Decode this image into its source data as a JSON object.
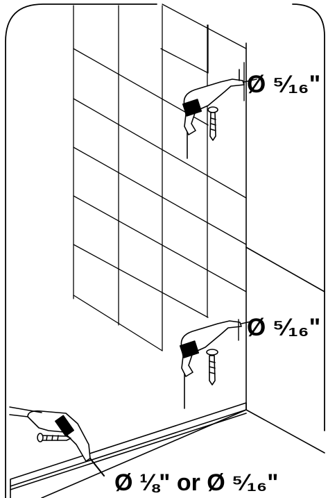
{
  "labels": {
    "top": "Ø ⁵⁄₁₆\"",
    "middle": "Ø ⁵⁄₁₆\"",
    "bottom": "Ø ⅛\" or Ø ⁵⁄₁₆\""
  },
  "colors": {
    "line": "#000000",
    "background": "#ffffff"
  }
}
